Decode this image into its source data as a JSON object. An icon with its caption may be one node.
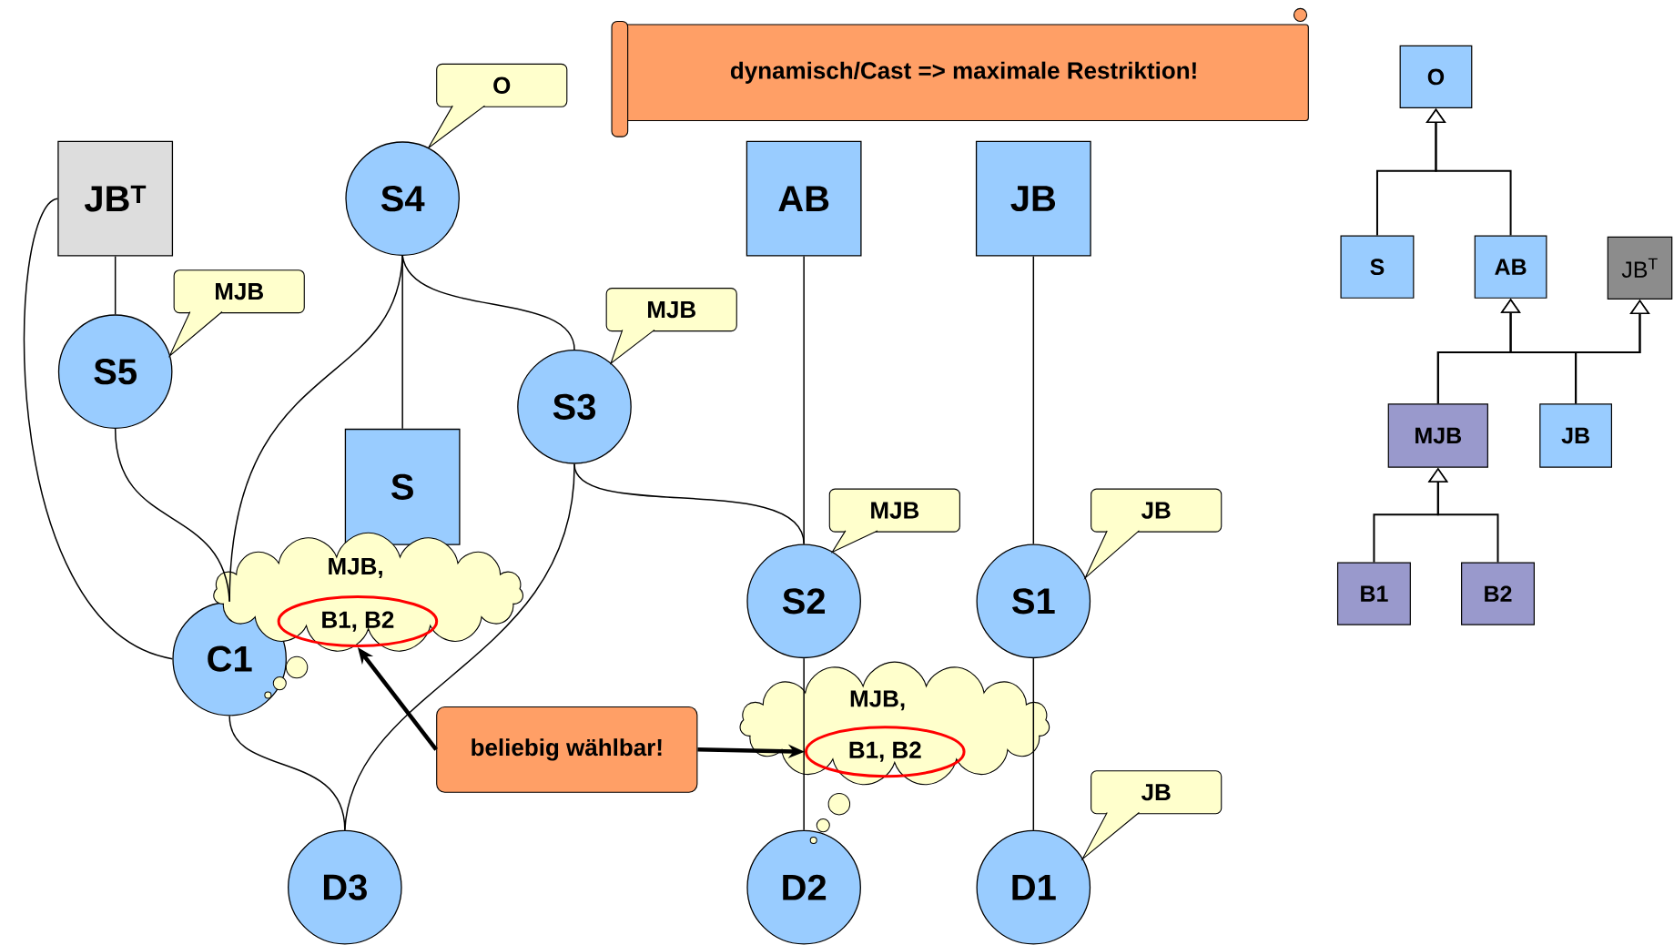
{
  "diagram": {
    "nodes": [
      {
        "text": [
          "dynamisch/Cast => maximale Restriktion!"
        ]
      },
      {
        "text": [
          "O"
        ]
      },
      {
        "text": [
          "JB$^{T}$"
        ]
      },
      {
        "text": [
          "S4"
        ]
      },
      {
        "text": [
          "AB"
        ]
      },
      {
        "text": [
          "JB"
        ]
      },
      {
        "text": [
          "S5"
        ]
      },
      {
        "text": [
          "MJB"
        ]
      },
      {
        "text": [
          "S3"
        ]
      },
      {
        "text": [
          "MJB"
        ]
      },
      {
        "text": [
          "S"
        ]
      },
      {
        "text": [
          "MJB,"
        ]
      },
      {
        "text": [
          "B1, B2"
        ],
        "in": 11
      },
      {
        "text": [
          "C1"
        ]
      },
      {
        "text": [
          "S2"
        ]
      },
      {
        "text": [
          "MJB"
        ]
      },
      {
        "text": [
          "S1"
        ]
      },
      {
        "text": [
          "JB"
        ]
      },
      {
        "text": [
          "beliebig wählbar!"
        ]
      },
      {
        "text": [
          "MJB,"
        ]
      },
      {
        "text": [
          "B1, B2"
        ],
        "in": 19
      },
      {
        "text": [
          "D3"
        ]
      },
      {
        "text": [
          "D2"
        ]
      },
      {
        "text": [
          "D1"
        ]
      },
      {
        "text": [
          "JB"
        ]
      },
      {
        "text": [
          "O"
        ]
      },
      {
        "text": [
          "S"
        ]
      },
      {
        "text": [
          "AB"
        ]
      },
      {
        "text": [
          "JB$^{T}$"
        ]
      },
      {
        "text": [
          "MJB"
        ]
      },
      {
        "text": [
          "JB"
        ]
      },
      {
        "text": [
          "B1"
        ]
      },
      {
        "text": [
          "B2"
        ]
      }
    ],
    "edges": [
      {
        "from": 2,
        "to": 6,
        "arrow": "none"
      },
      {
        "from": 2,
        "to": 13,
        "arrow": "none"
      },
      {
        "from": 3,
        "to": 10,
        "arrow": "none"
      },
      {
        "from": 3,
        "to": 13,
        "arrow": "none"
      },
      {
        "from": 3,
        "to": 8,
        "arrow": "none"
      },
      {
        "from": 6,
        "to": 13,
        "arrow": "none"
      },
      {
        "from": 8,
        "to": 14,
        "arrow": "none"
      },
      {
        "from": 8,
        "to": 21,
        "arrow": "none"
      },
      {
        "from": 13,
        "to": 21,
        "arrow": "none"
      },
      {
        "from": 4,
        "to": 14,
        "arrow": "none"
      },
      {
        "from": 5,
        "to": 16,
        "arrow": "none"
      },
      {
        "from": 14,
        "to": 22,
        "arrow": "none"
      },
      {
        "from": 16,
        "to": 23,
        "arrow": "none"
      },
      {
        "from": 18,
        "to": 12,
        "arrow": "to",
        "style": "thick"
      },
      {
        "from": 18,
        "to": 20,
        "arrow": "to",
        "style": "thick"
      },
      {
        "from": 26,
        "to": 25,
        "arrow": "to"
      },
      {
        "from": 27,
        "to": 25,
        "arrow": "to"
      },
      {
        "from": 29,
        "to": 27,
        "arrow": "to"
      },
      {
        "from": 30,
        "to": 27,
        "arrow": "to"
      },
      {
        "from": 29,
        "to": 28,
        "arrow": "to"
      },
      {
        "from": 30,
        "to": 28,
        "arrow": "to"
      },
      {
        "from": 31,
        "to": 29,
        "arrow": "to"
      },
      {
        "from": 32,
        "to": 29,
        "arrow": "to"
      }
    ]
  }
}
